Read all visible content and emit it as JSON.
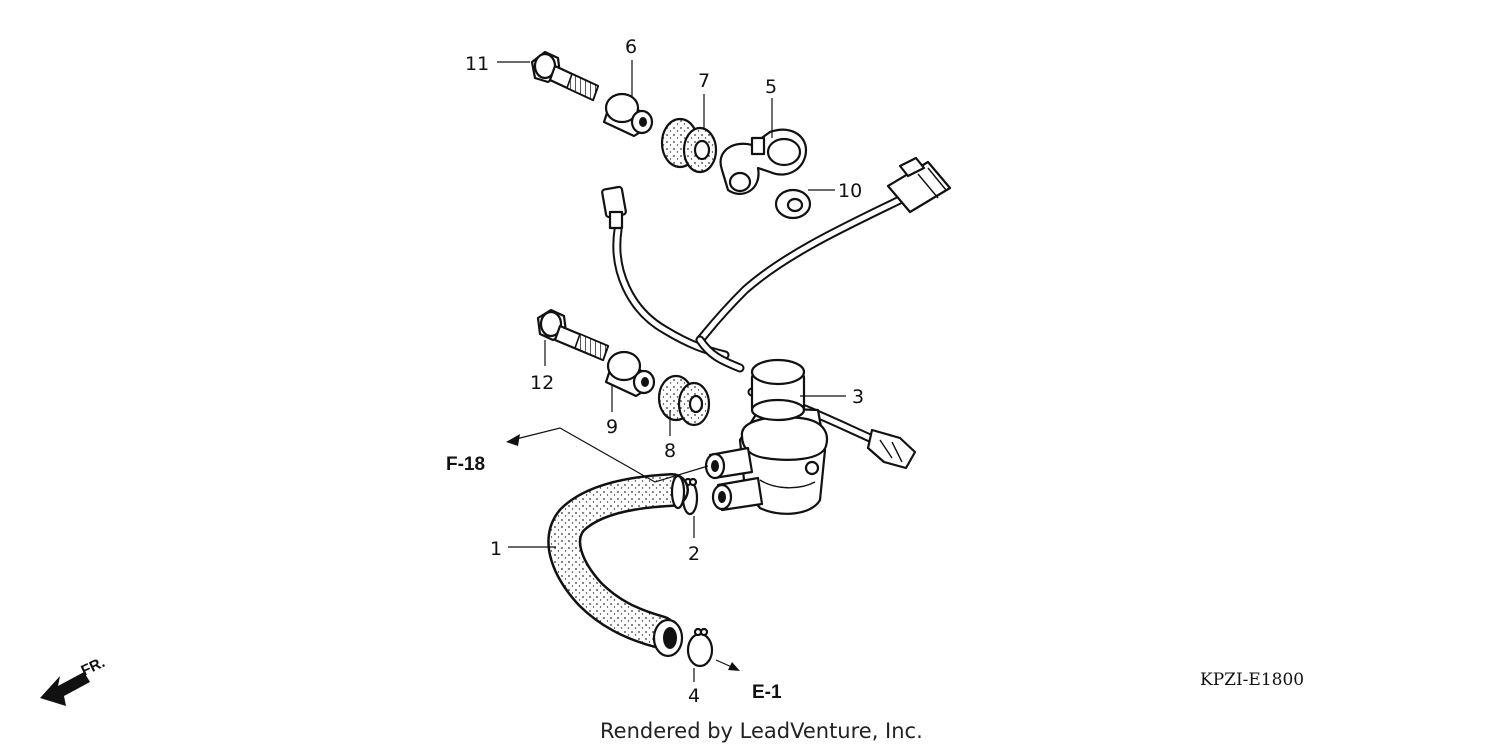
{
  "diagram": {
    "callouts": {
      "c1": "1",
      "c2": "2",
      "c3": "3",
      "c4": "4",
      "c5": "5",
      "c6": "6",
      "c7": "7",
      "c8": "8",
      "c9": "9",
      "c10": "10",
      "c11": "11",
      "c12": "12"
    },
    "references": {
      "f18": "F-18",
      "e1": "E-1"
    },
    "front_marker": "FR.",
    "diagram_code": "KPZI-E1800",
    "credit": "Rendered by LeadVenture, Inc."
  }
}
